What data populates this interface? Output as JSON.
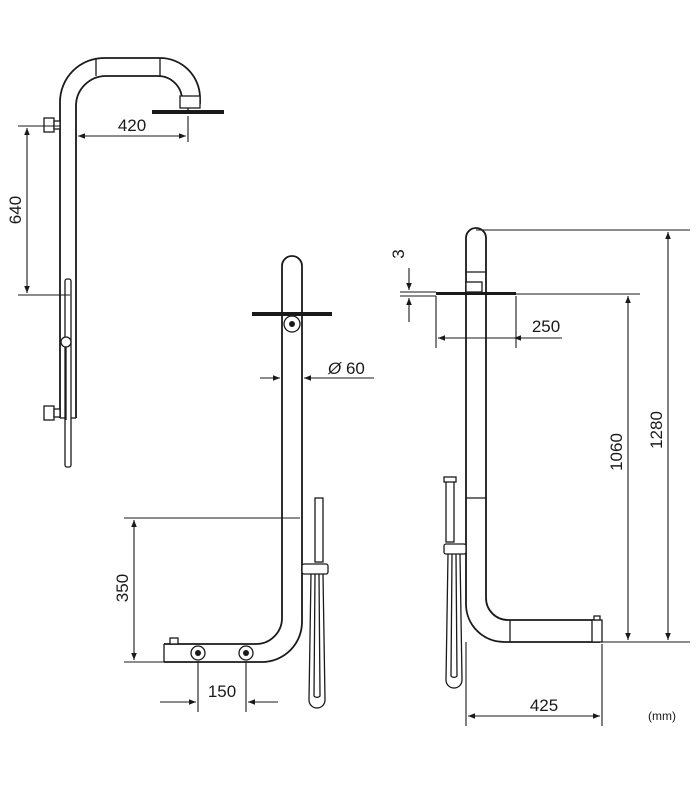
{
  "dimensions": {
    "side_view_arm_reach": "420",
    "side_view_bracket_spacing": "640",
    "front_view_pipe_diameter": "60",
    "front_view_mixer_height": "350",
    "front_view_valve_spacing": "150",
    "right_view_head_thickness": "3",
    "right_view_head_width": "250",
    "right_view_head_height": "1060",
    "right_view_total_height": "1280",
    "right_view_base_depth": "425"
  },
  "symbols": {
    "diameter_symbol": "Ø"
  },
  "units_label": "(mm)"
}
